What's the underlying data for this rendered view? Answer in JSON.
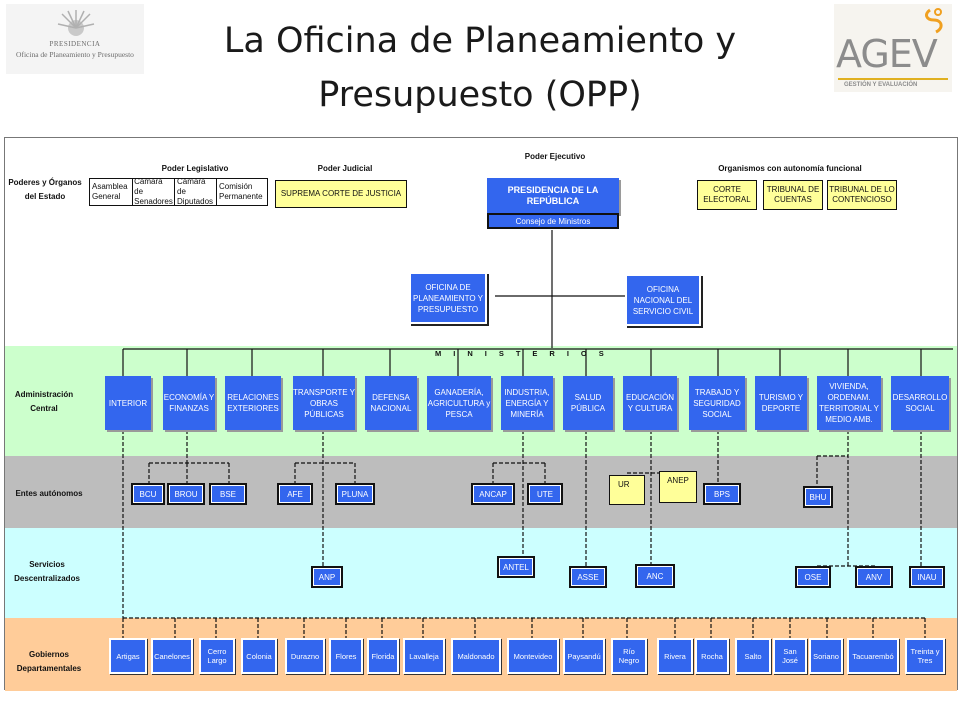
{
  "title": "La Oficina de Planeamiento y Presupuesto (OPP)",
  "logos": {
    "left": {
      "line1": "PRESIDENCIA",
      "line2": "Oficina de Planeamiento y Presupuesto"
    },
    "right": {
      "brand": "AGEV",
      "tagline": "GESTIÓN Y EVALUACIÓN"
    }
  },
  "row_labels": {
    "poderes": "Poderes y Órganos del Estado",
    "administracion": "Administración Central",
    "entes": "Entes autónomos",
    "servicios": "Servicios Descentralizados",
    "gobiernos": "Gobiernos Departamentales"
  },
  "poderes": {
    "legislativo": {
      "header": "Poder Legislativo",
      "items": [
        "Asamblea General",
        "Cámara de Senadores",
        "Cámara de Diputados",
        "Comisión Permanente"
      ]
    },
    "judicial": {
      "header": "Poder Judicial",
      "item": "SUPREMA CORTE DE JUSTICIA"
    },
    "ejecutivo": {
      "header": "Poder Ejecutivo",
      "presidencia": "PRESIDENCIA DE LA REPÚBLICA",
      "consejo": "Consejo de Ministros"
    },
    "autonomos": {
      "header": "Organismos con autonomía funcional",
      "items": [
        "CORTE ELECTORAL",
        "TRIBUNAL DE CUENTAS",
        "TRIBUNAL DE LO CONTENCIOSO"
      ]
    }
  },
  "oficinas": {
    "opp": "OFICINA DE PLANEAMIENTO Y PRESUPUESTO",
    "onsc": "OFICINA NACIONAL DEL SERVICIO CIVIL"
  },
  "ministerios_label": "MINISTERIOS",
  "ministerios": [
    "INTERIOR",
    "ECONOMÍA Y FINANZAS",
    "RELACIONES EXTERIORES",
    "TRANSPORTE Y OBRAS PÚBLICAS",
    "DEFENSA NACIONAL",
    "GANADERÍA, AGRICULTURA y PESCA",
    "INDUSTRIA, ENERGÍA Y MINERÍA",
    "SALUD PÚBLICA",
    "EDUCACIÓN Y CULTURA",
    "TRABAJO Y SEGURIDAD SOCIAL",
    "TURISMO Y DEPORTE",
    "VIVIENDA, ORDENAM. TERRITORIAL Y MEDIO AMB.",
    "DESARROLLO SOCIAL"
  ],
  "entes": [
    "BCU",
    "BROU",
    "BSE",
    "AFE",
    "PLUNA",
    "ANCAP",
    "UTE",
    "UR",
    "ANEP",
    "BPS",
    "BHU"
  ],
  "servicios": [
    "ANP",
    "ANTEL",
    "ASSE",
    "ANC",
    "OSE",
    "ANV",
    "INAU"
  ],
  "departamentos": [
    "Artigas",
    "Canelones",
    "Cerro Largo",
    "Colonia",
    "Durazno",
    "Flores",
    "Florida",
    "Lavalleja",
    "Maldonado",
    "Montevideo",
    "Paysandú",
    "Río Negro",
    "Rivera",
    "Rocha",
    "Salto",
    "San José",
    "Soriano",
    "Tacuarembó",
    "Treinta y Tres"
  ],
  "colors": {
    "box_blue": "#3366ee",
    "admin_band": "#ccffcc",
    "entes_band": "#bdbdbd",
    "servicios_band": "#ccffff",
    "gobiernos_band": "#ffcc99",
    "yellow": "#ffff99"
  }
}
